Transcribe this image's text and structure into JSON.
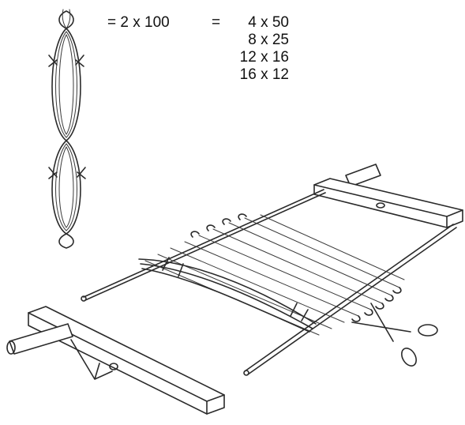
{
  "equation": {
    "lhs": "= 2 x 100",
    "equals": "=",
    "factorizations": [
      "4 x 50",
      "8 x 25",
      "12 x 16",
      "16 x 12"
    ]
  }
}
